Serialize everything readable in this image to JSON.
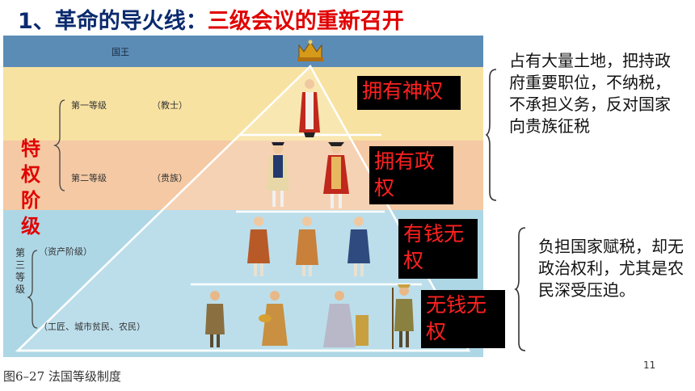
{
  "title": {
    "prefix": "1、革命的导火线：",
    "highlight": "三级会议的重新召开"
  },
  "diagram": {
    "king_label": "国王",
    "first_estate": "第一等级",
    "first_estate_note": "（教士）",
    "second_estate": "第二等级",
    "second_estate_note": "（贵族）",
    "privileged_label": "特权阶级",
    "third_estate": "第三等级",
    "bourgeoisie_note": "（资产阶级）",
    "commoners_note": "（工匠、城市贫民、农民）"
  },
  "tags": {
    "religious_power": "拥有神权",
    "political_power": "拥有政权",
    "rich_no_power": "有钱无权",
    "poor_no_power": "无钱无权"
  },
  "notes": {
    "privileged": "占有大量土地，把持政府重要职位，不纳税，不承担义务，反对国家向贵族征税",
    "third": "负担国家赋税，却无政治权利，尤其是农民深受压迫。"
  },
  "caption": "图6–27 法国等级制度",
  "page_number": "11"
}
